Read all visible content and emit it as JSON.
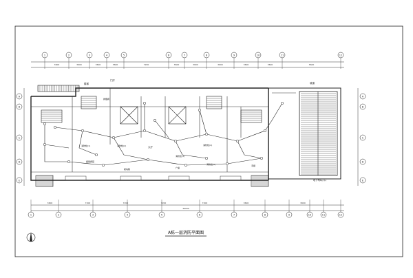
{
  "drawing": {
    "title": "A栋一层消防平面图",
    "axes_top": [
      "1",
      "2",
      "3",
      "4",
      "5",
      "6",
      "7",
      "8",
      "9",
      "10",
      "11",
      "12"
    ],
    "axes_bottom": [
      "1",
      "2",
      "3",
      "4",
      "5",
      "6",
      "7",
      "8",
      "9",
      "10",
      "11",
      "12"
    ],
    "axes_side": [
      "A",
      "B",
      "C",
      "D",
      "E"
    ],
    "dims_top": [
      "3600",
      "3600",
      "3600",
      "3600",
      "7200",
      "3600",
      "3600",
      "3600",
      "3600",
      "3600",
      "3600"
    ],
    "dims_bottom": [
      "3600",
      "7200",
      "7200",
      "7200",
      "7200",
      "3600",
      "3600"
    ],
    "overall_dim": "36000",
    "room_labels": {
      "stair_left": "楼梯",
      "lobby": "门厅",
      "hall": "大厅",
      "ramp": "坡道"
    },
    "notes": [
      "消防栓(1)",
      "消防栓(2)",
      "报警按钮",
      "模块箱",
      "消防栓(3)",
      "消防栓(4)",
      "手报",
      "广播",
      "消防栓(5)",
      "排烟阀"
    ],
    "ramp_note": "地下车库入口"
  },
  "colors": {
    "ink": "#222222",
    "paper": "#ffffff"
  }
}
